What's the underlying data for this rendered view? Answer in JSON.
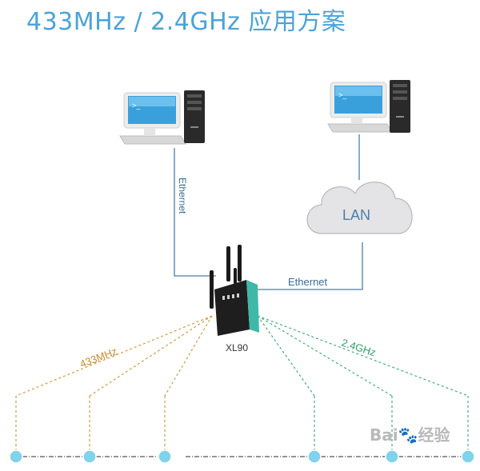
{
  "title": "433MHz / 2.4GHz 应用方案",
  "labels": {
    "ethernet_left": "Ethernet",
    "ethernet_right": "Ethernet",
    "lan": "LAN",
    "device": "XL90",
    "band_left": "433MHz",
    "band_right": "2.4GHz"
  },
  "watermark": "Bai🐾经验",
  "colors": {
    "title": "#4ba3d8",
    "link_line": "#4a7fa8",
    "band_433": "#d39a3c",
    "band_24": "#3fb07a",
    "node": "#7fd3ec",
    "router_body": "#1e1e1e",
    "router_side": "#3fb8a8"
  },
  "icons": [
    "desktop-computer-icon",
    "cloud-icon",
    "router-icon",
    "sensor-node-icon"
  ]
}
